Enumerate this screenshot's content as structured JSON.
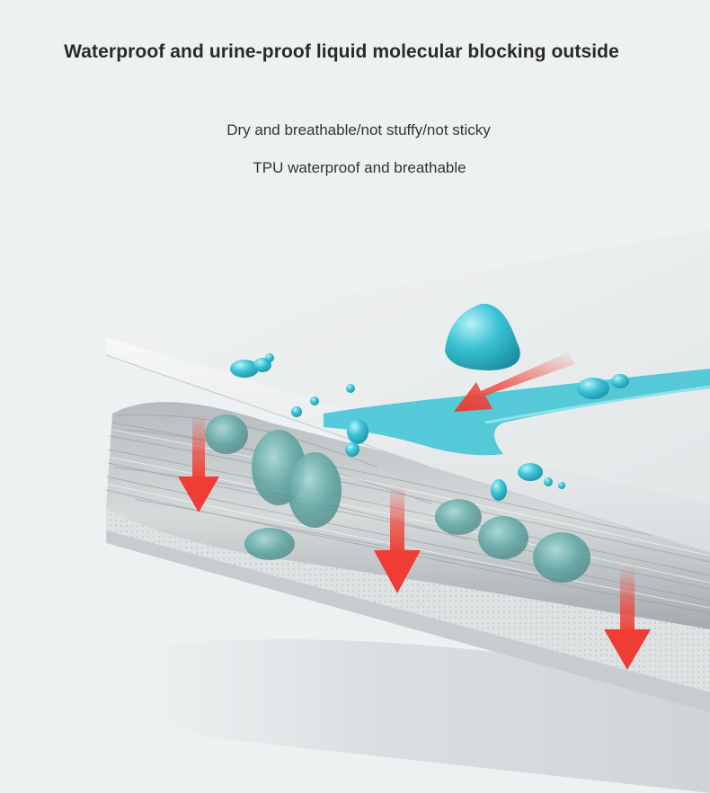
{
  "headline": "Waterproof and urine-proof liquid molecular blocking outside",
  "features": [
    "Dry and breathable/not stuffy/not sticky",
    "TPU waterproof and breathable"
  ],
  "colors": {
    "background": "#eef1f2",
    "water": "#3cc3d6",
    "arrow": "#f0463c",
    "fiber": "#9aa3a5",
    "sheet": "#e6e9ea"
  }
}
